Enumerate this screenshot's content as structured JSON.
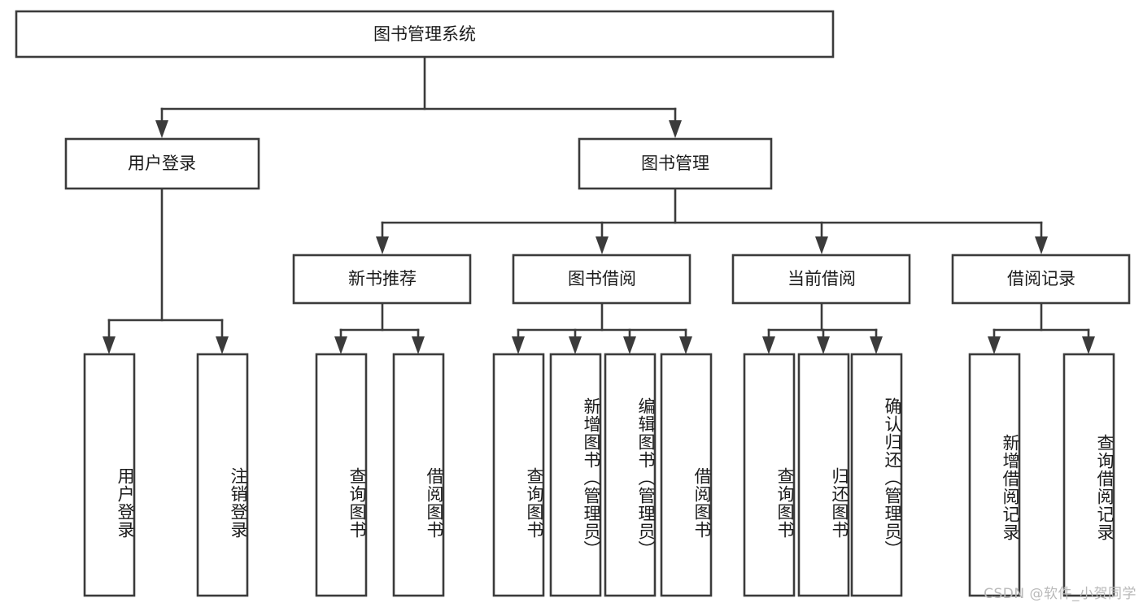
{
  "diagram": {
    "type": "tree",
    "title": "图书管理系统",
    "watermark": "CSDN @软件_小贺同学",
    "root": {
      "id": "root",
      "label": "图书管理系统",
      "orientation": "horizontal"
    },
    "level2": [
      {
        "id": "user-login",
        "label": "用户登录",
        "orientation": "horizontal"
      },
      {
        "id": "book-manage",
        "label": "图书管理",
        "orientation": "horizontal"
      }
    ],
    "level3": [
      {
        "id": "new-book-recommend",
        "label": "新书推荐",
        "orientation": "horizontal",
        "parent": "book-manage"
      },
      {
        "id": "book-borrow",
        "label": "图书借阅",
        "orientation": "horizontal",
        "parent": "book-manage"
      },
      {
        "id": "current-borrow",
        "label": "当前借阅",
        "orientation": "horizontal",
        "parent": "book-manage"
      },
      {
        "id": "borrow-record",
        "label": "借阅记录",
        "orientation": "horizontal",
        "parent": "book-manage"
      }
    ],
    "leaves": [
      {
        "id": "leaf-user-login",
        "label": "用户登录",
        "parent": "user-login",
        "orientation": "vertical"
      },
      {
        "id": "leaf-logout",
        "label": "注销登录",
        "parent": "user-login",
        "orientation": "vertical"
      },
      {
        "id": "leaf-query-book-1",
        "label": "查询图书",
        "parent": "new-book-recommend",
        "orientation": "vertical"
      },
      {
        "id": "leaf-borrow-book-1",
        "label": "借阅图书",
        "parent": "new-book-recommend",
        "orientation": "vertical"
      },
      {
        "id": "leaf-query-book-2",
        "label": "查询图书",
        "parent": "book-borrow",
        "orientation": "vertical"
      },
      {
        "id": "leaf-add-book",
        "label": "新增图书（管理员）",
        "parent": "book-borrow",
        "orientation": "vertical"
      },
      {
        "id": "leaf-edit-book",
        "label": "编辑图书（管理员）",
        "parent": "book-borrow",
        "orientation": "vertical"
      },
      {
        "id": "leaf-borrow-book-2",
        "label": "借阅图书",
        "parent": "book-borrow",
        "orientation": "vertical"
      },
      {
        "id": "leaf-query-book-3",
        "label": "查询图书",
        "parent": "current-borrow",
        "orientation": "vertical"
      },
      {
        "id": "leaf-return-book",
        "label": "归还图书",
        "parent": "current-borrow",
        "orientation": "vertical"
      },
      {
        "id": "leaf-confirm-return",
        "label": "确认归还（管理员）",
        "parent": "current-borrow",
        "orientation": "vertical"
      },
      {
        "id": "leaf-add-record",
        "label": "新增借阅记录",
        "parent": "borrow-record",
        "orientation": "vertical"
      },
      {
        "id": "leaf-query-record",
        "label": "查询借阅记录",
        "parent": "borrow-record",
        "orientation": "vertical"
      }
    ],
    "colors": {
      "stroke": "#3b3b3b",
      "fill": "#ffffff",
      "text": "#1b1b1b",
      "watermark": "#b9b9b9",
      "background": "#ffffff"
    }
  }
}
